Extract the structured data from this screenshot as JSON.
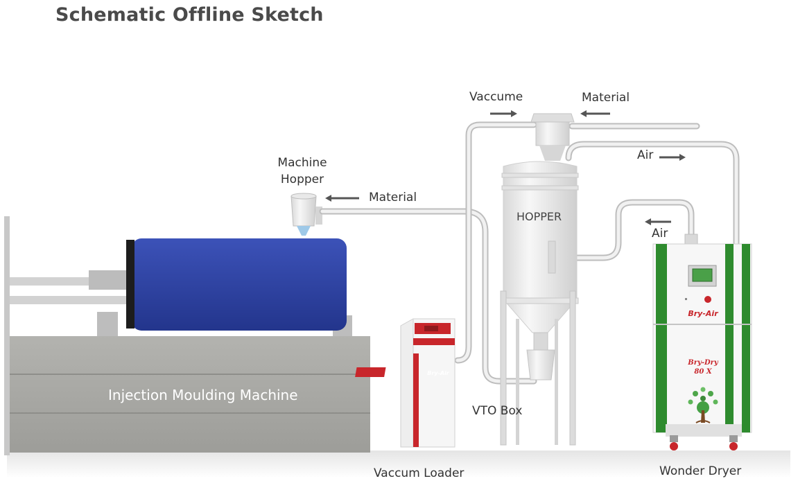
{
  "title": "Schematic Offline Sketch",
  "labels": {
    "vaccume": "Vaccume",
    "material_top": "Material",
    "air_top": "Air",
    "machine_hopper_line1": "Machine",
    "machine_hopper_line2": "Hopper",
    "material_mid": "Material",
    "hopper": "HOPPER",
    "air_mid": "Air",
    "injection_moulding_machine": "Injection Moulding Machine",
    "vto_box": "VTO  Box",
    "vaccum_loader": "Vaccum Loader",
    "wonder_dryer": "Wonder Dryer"
  },
  "logos": {
    "loader_brand": "Bry-Air",
    "dryer_brand": "Bry-Air",
    "dryer_model_line1": "Bry-Dry",
    "dryer_model_line2": "80 X"
  },
  "colors": {
    "machine_blue": "#2f44a8",
    "dryer_green": "#2e8b2e",
    "brand_red": "#c8262b",
    "base_gray": "#a9a9a5"
  }
}
